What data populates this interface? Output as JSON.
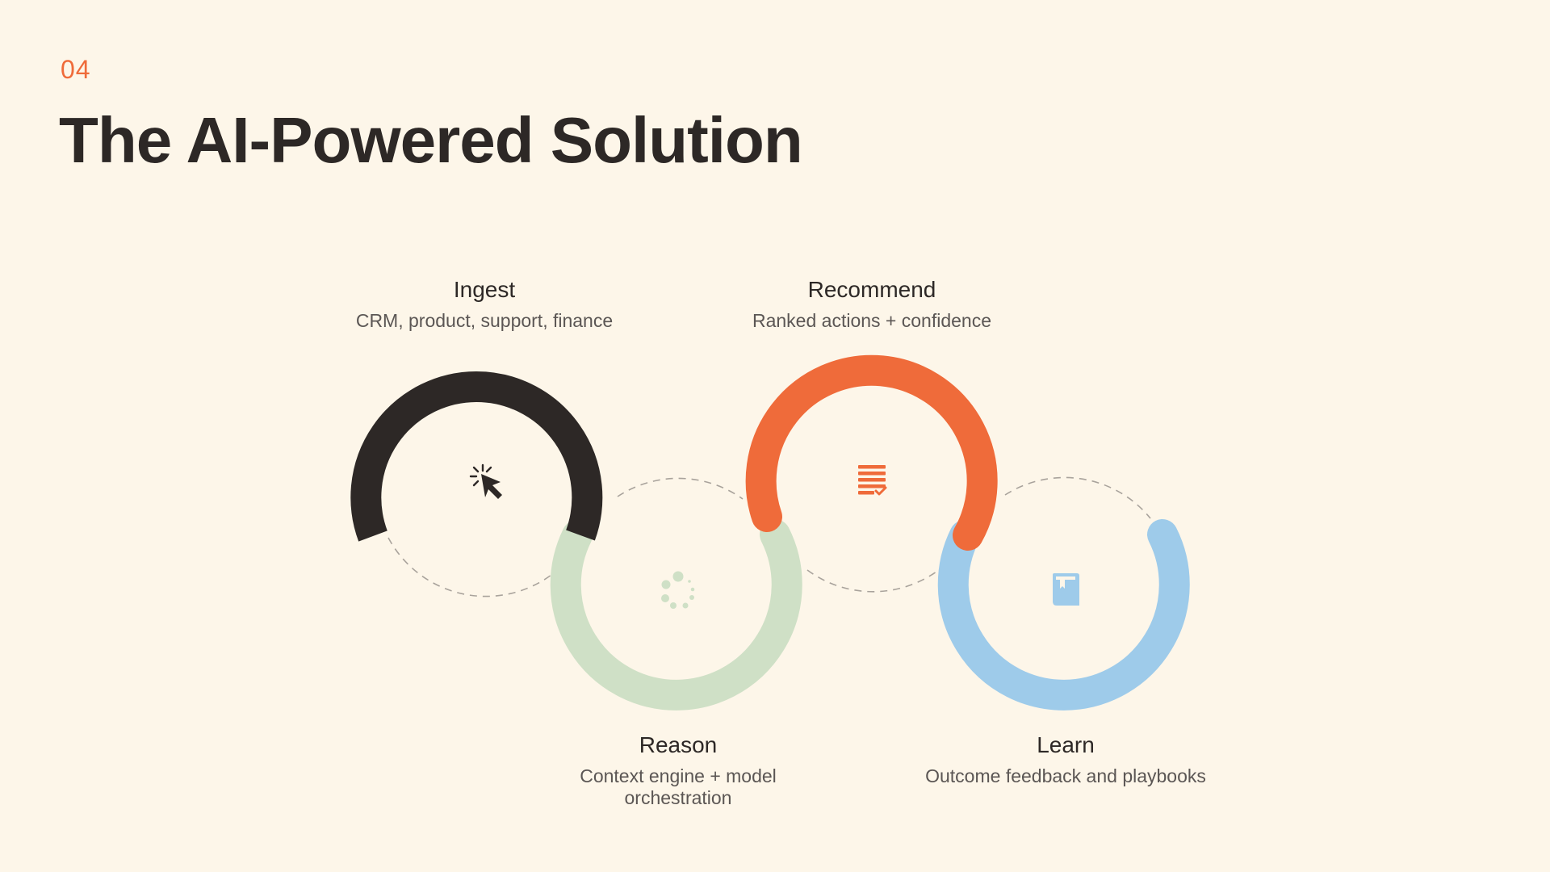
{
  "slide": {
    "number": "04",
    "title": "The AI-Powered Solution"
  },
  "steps": [
    {
      "title": "Ingest",
      "description": "CRM, product, support, finance",
      "color": "#2d2826",
      "icon": "cursor-click-icon"
    },
    {
      "title": "Reason",
      "description": "Context engine + model orchestration",
      "color": "#cfe0c6",
      "icon": "loading-spinner-icon"
    },
    {
      "title": "Recommend",
      "description": "Ranked actions + confidence",
      "color": "#ef6b3a",
      "icon": "checklist-icon"
    },
    {
      "title": "Learn",
      "description": "Outcome feedback and playbooks",
      "color": "#9ecbea",
      "icon": "book-icon"
    }
  ],
  "colors": {
    "background": "#fdf6e9",
    "accent": "#ef6b3a",
    "title": "#2d2826",
    "connector": "#a9a39c"
  }
}
